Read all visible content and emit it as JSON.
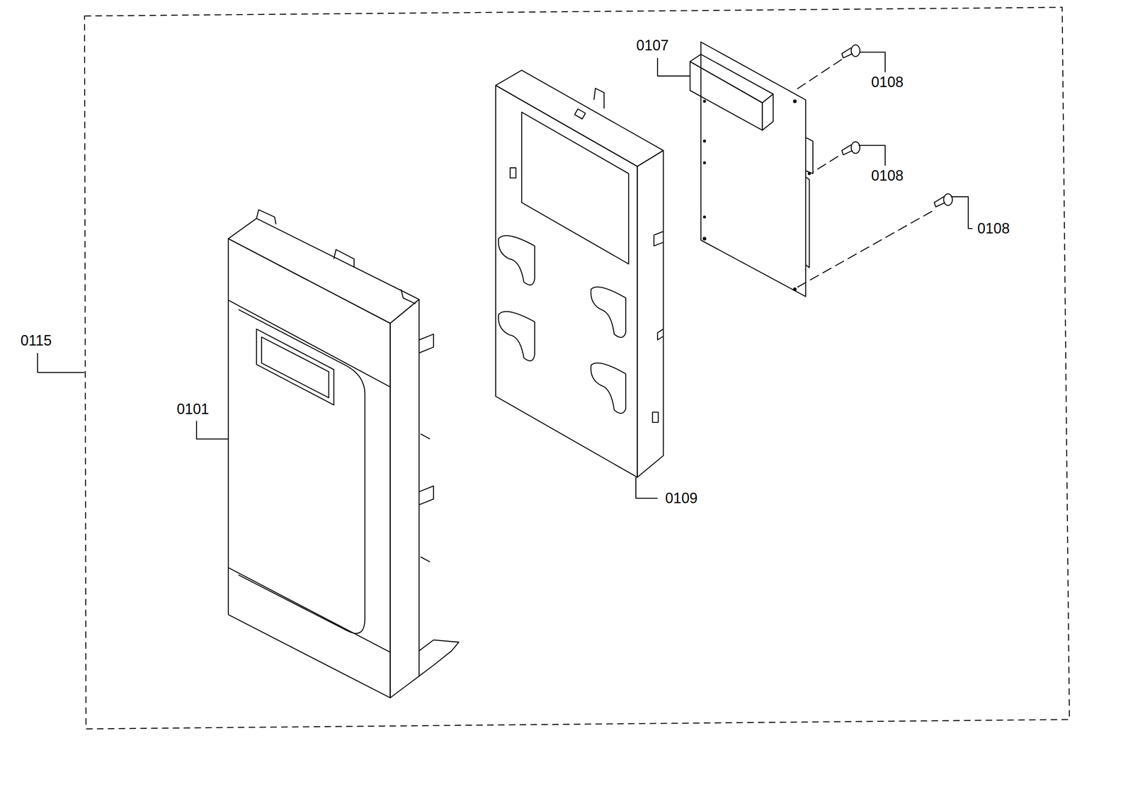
{
  "diagram": {
    "labels": [
      "0107",
      "0108",
      "0108",
      "0108",
      "0115",
      "0101",
      "0109"
    ]
  }
}
